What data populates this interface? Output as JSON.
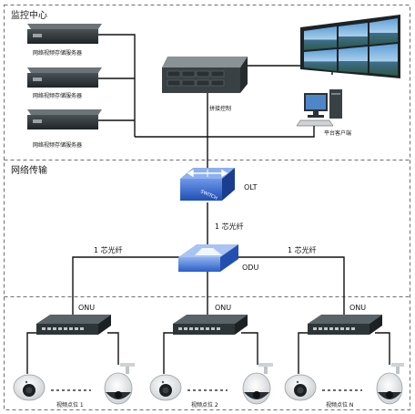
{
  "zones": {
    "monitor_center": "监控中心",
    "network_transmission": "网络传输"
  },
  "monitor": {
    "storage_servers": [
      "网络视频存储服务器",
      "网络视频存储服务器",
      "网络视频存储服务器"
    ],
    "splice_control": "拼接控制",
    "platform_client": "平台客户端"
  },
  "network": {
    "olt_label": "OLT",
    "switch_text": "SWITCH",
    "fiber_trunk": "1 芯光纤",
    "fiber_left": "1 芯光纤",
    "fiber_right": "1 芯光纤",
    "odu_label": "ODU"
  },
  "sites": [
    {
      "onu": "ONU",
      "point": "视频点位 1"
    },
    {
      "onu": "ONU",
      "point": "视频点位 2"
    },
    {
      "onu": "ONU",
      "point": "视频点位 N"
    }
  ],
  "colors": {
    "zone_border": "#6f6f6f",
    "olt_blue": "#2f5fc8",
    "odu_blue": "#3a6fd8",
    "device_dark": "#2e3538"
  }
}
